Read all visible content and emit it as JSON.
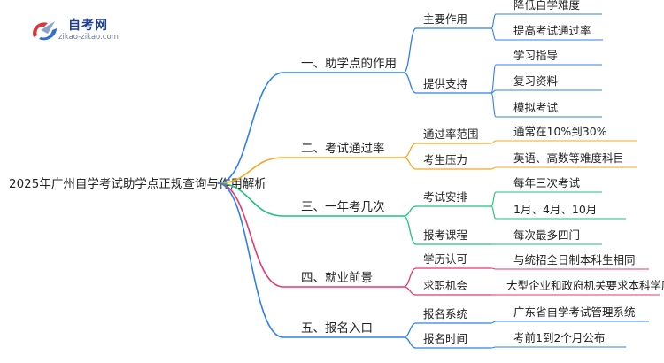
{
  "brand": {
    "name": "自考网",
    "url": "zikao-zikao.com"
  },
  "root": "2025年广州自学考试助学点正规查询与作用解析",
  "branches": [
    {
      "label": "一、助学点的作用",
      "color": "#2f80ed",
      "children": [
        {
          "label": "主要作用",
          "leaves": [
            "降低自学难度",
            "提高考试通过率"
          ]
        },
        {
          "label": "提供支持",
          "leaves": [
            "学习指导",
            "复习资料",
            "模拟考试"
          ]
        }
      ]
    },
    {
      "label": "二、考试通过率",
      "color": "#f5a623",
      "children": [
        {
          "label": "通过率范围",
          "leaves": [
            "通常在10%到30%"
          ]
        },
        {
          "label": "考生压力",
          "leaves": [
            "英语、高数等难度科目"
          ]
        }
      ]
    },
    {
      "label": "三、一年考几次",
      "color": "#21c27b",
      "children": [
        {
          "label": "考试安排",
          "leaves": [
            "每年三次考试",
            "1月、4月、10月"
          ]
        },
        {
          "label": "报考课程",
          "leaves": [
            "每次最多四门"
          ]
        }
      ]
    },
    {
      "label": "四、就业前景",
      "color": "#e5386d",
      "children": [
        {
          "label": "学历认可",
          "leaves": [
            "与统招全日制本科生相同"
          ]
        },
        {
          "label": "求职机会",
          "leaves": [
            "大型企业和政府机关要求本科学历"
          ]
        }
      ]
    },
    {
      "label": "五、报名入口",
      "color": "#2f80ed",
      "children": [
        {
          "label": "报名系统",
          "leaves": [
            "广东省自学考试管理系统"
          ]
        },
        {
          "label": "报名时间",
          "leaves": [
            "考前1到2个月公布"
          ]
        }
      ]
    }
  ]
}
